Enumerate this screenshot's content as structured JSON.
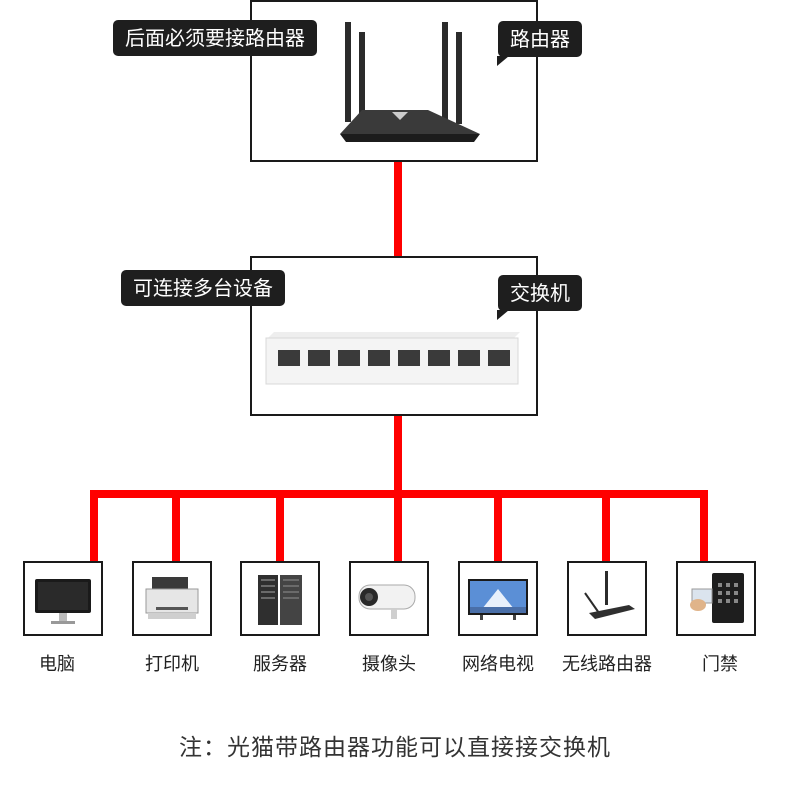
{
  "router": {
    "name_tag": "路由器",
    "note_tag": "后面必须要接路由器"
  },
  "switch": {
    "name_tag": "交换机",
    "note_tag": "可连接多台设备"
  },
  "devices": [
    {
      "label": "电脑",
      "icon": "monitor-icon"
    },
    {
      "label": "打印机",
      "icon": "printer-icon"
    },
    {
      "label": "服务器",
      "icon": "server-icon"
    },
    {
      "label": "摄像头",
      "icon": "camera-icon"
    },
    {
      "label": "网络电视",
      "icon": "tv-icon"
    },
    {
      "label": "无线路由器",
      "icon": "wireless-router-icon"
    },
    {
      "label": "门禁",
      "icon": "access-control-icon"
    }
  ],
  "footer_note": "注：光猫带路由器功能可以直接接交换机",
  "colors": {
    "connection_line": "#ff0000",
    "tag_background": "#1e1e1e"
  }
}
